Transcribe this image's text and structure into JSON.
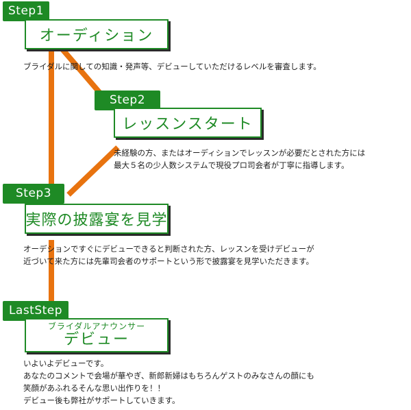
{
  "colors": {
    "accent_green": "#1e8a25",
    "connector_orange": "#e8730f",
    "shadow": "#2a2a2a"
  },
  "steps": [
    {
      "tag": "Step1",
      "title": "オーディション",
      "description": [
        "ブライダルに関しての知識・発声等、デビューしていただけるレベルを審査します。"
      ]
    },
    {
      "tag": "Step2",
      "title": "レッスンスタート",
      "description": [
        "未経験の方、またはオーディションでレッスンが必要だとされた方には",
        "最大５名の少人数システムで現役プロ司会者が丁寧に指導します。"
      ]
    },
    {
      "tag": "Step3",
      "title": "実際の披露宴を見学",
      "description": [
        "オーデションですぐにデビューできると判断された方、レッスンを受けデビューが",
        "近づいて来た方には先輩司会者のサポートという形で披露宴を見学いただきます。"
      ]
    },
    {
      "tag": "LastStep",
      "subtitle": "ブライダルアナウンサー",
      "title": "デビュー",
      "description": [
        "いよいよデビューです。",
        "あなたのコメントで会場が華やぎ、新郎新婦はもちろんゲストのみなさんの顔にも",
        "笑顔があふれるそんな思い出作りを！！",
        "デビュー後も弊社がサポートしていきます。"
      ]
    }
  ]
}
